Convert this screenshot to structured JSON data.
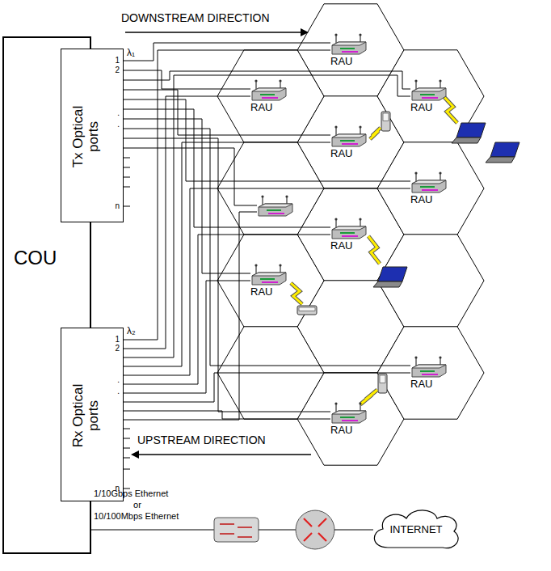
{
  "diagram": {
    "nodes": [
      {
        "text": [
          "COU"
        ]
      },
      {
        "text": [
          "Tx Optical ports"
        ],
        "in": 0
      },
      {
        "text": [
          "Rx Optical ports"
        ],
        "in": 0
      },
      {
        "text": [
          "RAU"
        ]
      },
      {
        "text": [
          "RAU"
        ]
      },
      {
        "text": [
          "RAU"
        ]
      },
      {
        "text": [
          "RAU"
        ]
      },
      {
        "text": [
          "RAU"
        ]
      },
      {
        "text": [
          "RAU"
        ]
      },
      {
        "text": [
          "RAU"
        ]
      },
      {
        "text": [
          "RAU"
        ]
      },
      {
        "text": [
          "RAU"
        ]
      },
      {
        "text": [
          "INTERNET"
        ]
      }
    ],
    "edges": [
      {
        "from": 1,
        "to": 3,
        "arrow": "none"
      },
      {
        "from": 1,
        "to": 4,
        "arrow": "none"
      },
      {
        "from": 1,
        "to": 5,
        "arrow": "none"
      },
      {
        "from": 1,
        "to": 6,
        "arrow": "none"
      },
      {
        "from": 1,
        "to": 7,
        "arrow": "none"
      },
      {
        "from": 1,
        "to": 8,
        "arrow": "none"
      },
      {
        "from": 1,
        "to": 9,
        "arrow": "none"
      },
      {
        "from": 1,
        "to": 10,
        "arrow": "none"
      },
      {
        "from": 1,
        "to": 11,
        "arrow": "none"
      },
      {
        "from": 3,
        "to": 2,
        "arrow": "none"
      },
      {
        "from": 4,
        "to": 2,
        "arrow": "none"
      },
      {
        "from": 5,
        "to": 2,
        "arrow": "none"
      },
      {
        "from": 6,
        "to": 2,
        "arrow": "none"
      },
      {
        "from": 7,
        "to": 2,
        "arrow": "none"
      },
      {
        "from": 8,
        "to": 2,
        "arrow": "none"
      },
      {
        "from": 9,
        "to": 2,
        "arrow": "none"
      },
      {
        "from": 10,
        "to": 2,
        "arrow": "none"
      },
      {
        "from": 11,
        "to": 2,
        "arrow": "none"
      }
    ],
    "labels": [
      "DOWNSTREAM DIRECTION",
      "λ₁",
      "1",
      "2",
      ".",
      ".",
      "n",
      "λ₂",
      "1",
      "2",
      ".",
      ".",
      "n",
      "UPSTREAM DIRECTION",
      "1/10Gbps Ethernet",
      "or",
      "10/100Mbps Ethernet"
    ]
  }
}
